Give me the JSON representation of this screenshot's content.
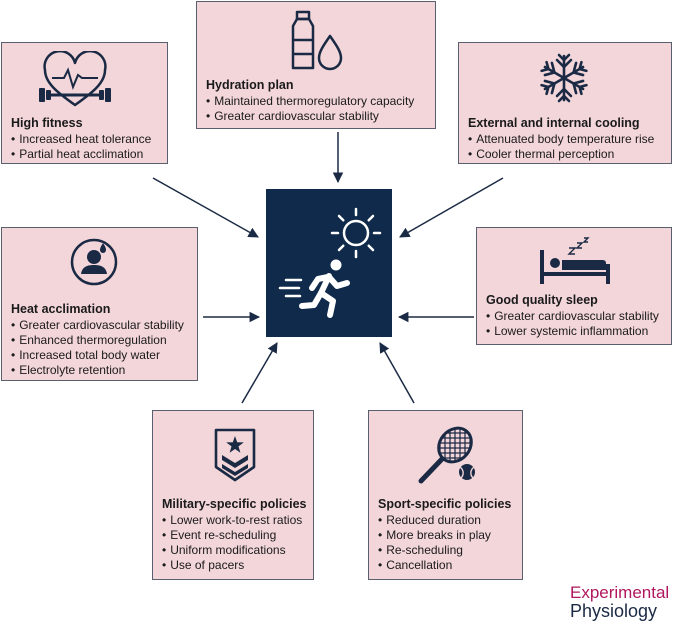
{
  "cards": {
    "hydration": {
      "title": "Hydration plan",
      "icon": "water-bottle-drop-icon",
      "bullets": [
        "Maintained thermoregulatory capacity",
        "Greater cardiovascular stability"
      ]
    },
    "fitness": {
      "title": "High fitness",
      "icon": "heart-dumbbell-icon",
      "bullets": [
        "Increased heat tolerance",
        "Partial heat acclimation"
      ]
    },
    "cooling": {
      "title": "External and internal cooling",
      "icon": "snowflake-icon",
      "bullets": [
        "Attenuated body temperature rise",
        "Cooler thermal perception"
      ]
    },
    "acclimation": {
      "title": "Heat acclimation",
      "icon": "person-sweat-icon",
      "bullets": [
        "Greater cardiovascular stability",
        "Enhanced thermoregulation",
        "Increased total body water",
        "Electrolyte retention"
      ]
    },
    "sleep": {
      "title": "Good quality sleep",
      "icon": "bed-sleep-icon",
      "bullets": [
        "Greater cardiovascular stability",
        "Lower systemic inflammation"
      ]
    },
    "military": {
      "title": "Military-specific policies",
      "icon": "military-chevron-star-icon",
      "bullets": [
        "Lower work-to-rest ratios",
        "Event re-scheduling",
        "Uniform modifications",
        "Use of pacers"
      ]
    },
    "sport": {
      "title": "Sport-specific policies",
      "icon": "tennis-racket-ball-icon",
      "bullets": [
        "Reduced duration",
        "More breaks in play",
        "Re-scheduling",
        "Cancellation"
      ]
    }
  },
  "center": {
    "icon": "runner-in-sun-icon"
  },
  "brand": {
    "line1": "Experimental",
    "line2": "Physiology"
  },
  "colors": {
    "card_fill": "#f3d6da",
    "navy": "#0f2a4a",
    "brand_magenta": "#b0175e"
  }
}
